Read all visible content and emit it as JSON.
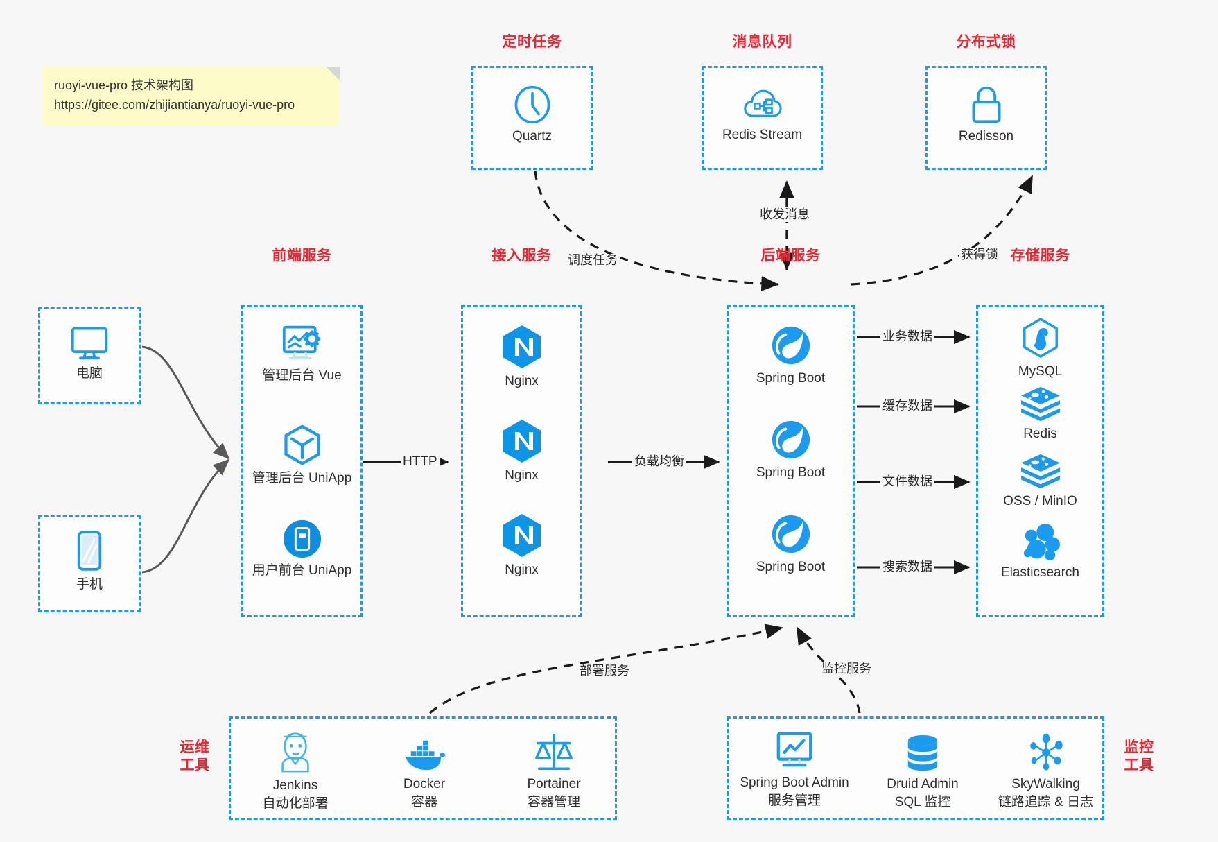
{
  "note": {
    "line1": "ruoyi-vue-pro 技术架构图",
    "line2": "https://gitee.com/zhijiantianya/ruoyi-vue-pro"
  },
  "colors": {
    "accent": "#1a9bf0",
    "title": "#f5222d",
    "background": "#f7f7f7",
    "box_fill": "#fdfdfd",
    "arrow": "#1a1a1a",
    "client_arrow": "#595959",
    "note_bg": "#fdfcc9"
  },
  "groups": {
    "scheduler": {
      "title": "定时任务",
      "nodes": [
        {
          "label": "Quartz",
          "icon": "clock-icon"
        }
      ]
    },
    "mq": {
      "title": "消息队列",
      "nodes": [
        {
          "label": "Redis Stream",
          "icon": "cloud-stream-icon"
        }
      ]
    },
    "lock": {
      "title": "分布式锁",
      "nodes": [
        {
          "label": "Redisson",
          "icon": "lock-icon"
        }
      ]
    },
    "clients": {
      "nodes": [
        {
          "label": "电脑",
          "icon": "desktop-icon"
        },
        {
          "label": "手机",
          "icon": "mobile-icon"
        }
      ]
    },
    "frontend": {
      "title": "前端服务",
      "nodes": [
        {
          "label": "管理后台 Vue",
          "icon": "dashboard-icon"
        },
        {
          "label": "管理后台 UniApp",
          "icon": "cube-icon"
        },
        {
          "label": "用户前台 UniApp",
          "icon": "app-circle-icon"
        }
      ]
    },
    "gateway": {
      "title": "接入服务",
      "nodes": [
        {
          "label": "Nginx",
          "icon": "nginx-icon"
        },
        {
          "label": "Nginx",
          "icon": "nginx-icon"
        },
        {
          "label": "Nginx",
          "icon": "nginx-icon"
        }
      ]
    },
    "backend": {
      "title": "后端服务",
      "nodes": [
        {
          "label": "Spring Boot",
          "icon": "spring-icon"
        },
        {
          "label": "Spring Boot",
          "icon": "spring-icon"
        },
        {
          "label": "Spring Boot",
          "icon": "spring-icon"
        }
      ]
    },
    "storage": {
      "title": "存储服务",
      "nodes": [
        {
          "label": "MySQL",
          "icon": "mysql-icon"
        },
        {
          "label": "Redis",
          "icon": "redis-icon"
        },
        {
          "label": "OSS / MinIO",
          "icon": "redis-icon"
        },
        {
          "label": "Elasticsearch",
          "icon": "elasticsearch-icon"
        }
      ]
    },
    "devops": {
      "title_line1": "运维",
      "title_line2": "工具",
      "nodes": [
        {
          "label": "Jenkins",
          "sub": "自动化部署",
          "icon": "jenkins-icon"
        },
        {
          "label": "Docker",
          "sub": "容器",
          "icon": "docker-icon"
        },
        {
          "label": "Portainer",
          "sub": "容器管理",
          "icon": "scales-icon"
        }
      ]
    },
    "monitor": {
      "title_line1": "监控",
      "title_line2": "工具",
      "nodes": [
        {
          "label": "Spring Boot Admin",
          "sub": "服务管理",
          "icon": "monitor-chart-icon"
        },
        {
          "label": "Druid Admin",
          "sub": "SQL 监控",
          "icon": "database-icon"
        },
        {
          "label": "SkyWalking",
          "sub": "链路追踪 & 日志",
          "icon": "skywalking-icon"
        }
      ]
    }
  },
  "edges": [
    {
      "id": "schedule-task",
      "label": "调度任务"
    },
    {
      "id": "send-receive",
      "label": "收发消息"
    },
    {
      "id": "acquire-lock",
      "label": "获得锁"
    },
    {
      "id": "http",
      "label": "HTTP"
    },
    {
      "id": "load-balance",
      "label": "负载均衡"
    },
    {
      "id": "business-data",
      "label": "业务数据"
    },
    {
      "id": "cache-data",
      "label": "缓存数据"
    },
    {
      "id": "file-data",
      "label": "文件数据"
    },
    {
      "id": "search-data",
      "label": "搜索数据"
    },
    {
      "id": "deploy-service",
      "label": "部署服务"
    },
    {
      "id": "monitor-service",
      "label": "监控服务"
    }
  ]
}
